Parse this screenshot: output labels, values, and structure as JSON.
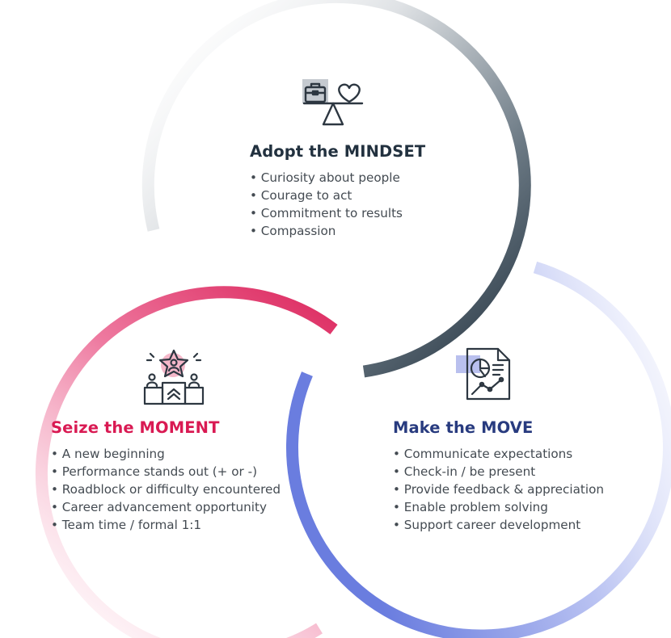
{
  "colors": {
    "mindset": "#22313f",
    "moment": "#d91a53",
    "move": "#283b7f",
    "body_text": "#444b52",
    "ring_mindset": "#2b3b4a",
    "ring_moment": "#d91a53",
    "ring_move": "#6e7fe0"
  },
  "mindset": {
    "title_prefix": "Adopt the ",
    "title_emphasis": "MINDSET",
    "icon": "balance-scale-briefcase-heart-icon",
    "items": [
      "Curiosity about people",
      "Courage to act",
      "Commitment to results",
      "Compassion"
    ]
  },
  "moment": {
    "title_prefix": "Seize the ",
    "title_emphasis": "MOMENT",
    "icon": "star-podium-icon",
    "items": [
      "A new beginning",
      "Performance stands out (+ or -)",
      "Roadblock or difficulty encountered",
      "Career advancement opportunity",
      "Team time / formal 1:1"
    ]
  },
  "move": {
    "title_prefix": "Make the ",
    "title_emphasis": "MOVE",
    "icon": "report-chart-icon",
    "items": [
      "Communicate expectations",
      "Check-in / be present",
      "Provide feedback & appreciation",
      "Enable problem solving",
      "Support career development"
    ]
  }
}
